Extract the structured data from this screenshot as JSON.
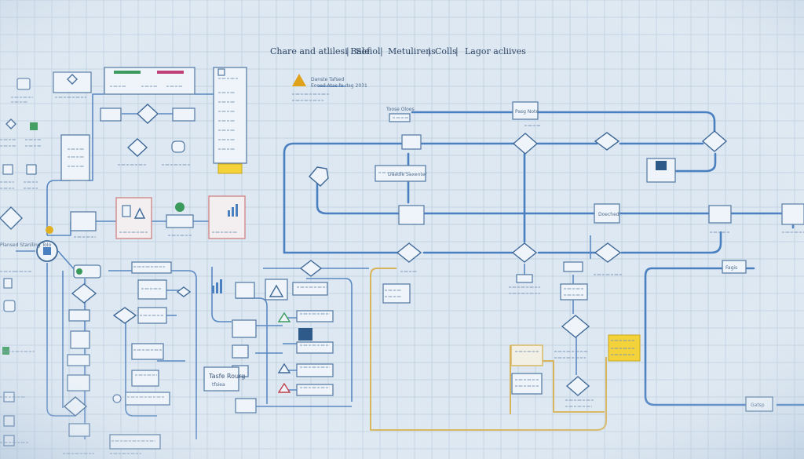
{
  "header": {
    "title_parts": [
      "Chare and atlilesi Bale",
      "Sefiol",
      "Metulirens",
      "Colls",
      "Lagor acliives"
    ],
    "separator": "|"
  },
  "labels": {
    "warning_note_title": "Danste Tafsed",
    "warning_note_sub": "Eooed Atas fe dag 2031",
    "top_right_block": "Toose Oloes",
    "top_right_node": "Pasg Note",
    "mid_label": "Daadie Saxenter",
    "right_box": "Doeched",
    "far_right_box": "Fagis",
    "bottom_left_box": "Tasfe Rourg",
    "bottom_left_sub": "tfsiea",
    "bottom_right_label": "Gatsp",
    "left_side_label": "Plansed Stanlling Tolo"
  },
  "colors": {
    "background": "#dde8f2",
    "flow": "#4a7fc0",
    "accent_yellow": "#f3d23a",
    "accent_green": "#3a9a5c",
    "accent_red": "#d08a8a",
    "accent_gold": "#d7b45a",
    "warning": "#e0a21a"
  },
  "icons": [
    "warning-icon",
    "bar-chart-icon",
    "grid-icon",
    "gear-icon",
    "user-icon",
    "monitor-icon",
    "document-icon",
    "shield-icon",
    "lock-icon",
    "mobile-icon"
  ]
}
